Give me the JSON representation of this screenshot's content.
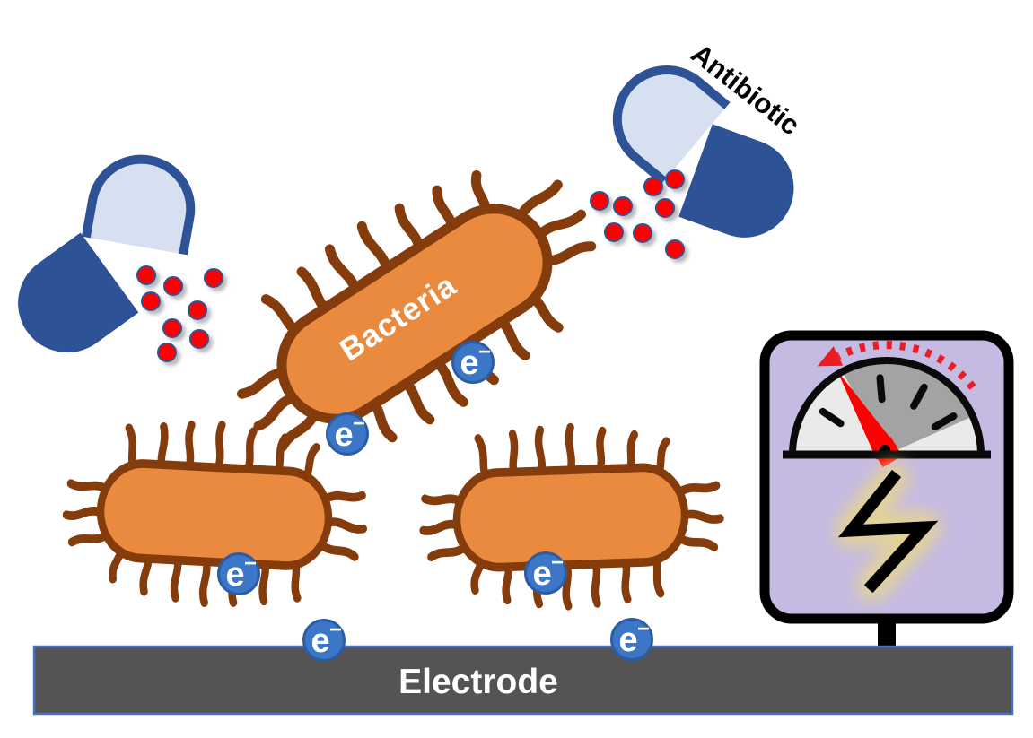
{
  "labels": {
    "antibiotic": "Antibiotic",
    "bacteria": "Bacteria",
    "electrode": "Electrode",
    "electron_symbol": "e",
    "electron_superscript": "−"
  },
  "colors": {
    "background": "#FFFFFF",
    "capsule_dark_blue": "#2E5296",
    "capsule_light_blue": "#D7E0F0",
    "pill_dot_red": "#FF0000",
    "bacteria_orange": "#E98A3E",
    "bacteria_outline_brown": "#843C0C",
    "electron_blue": "#3B76C7",
    "electron_rim_blue": "#2C5DA4",
    "electrode_gray": "#545454",
    "electrode_rim_blue": "#4472C4",
    "meter_panel_purple": "#C5BAE2",
    "meter_border_black": "#000000",
    "gauge_light_gray": "#EAEAEA",
    "gauge_dark_gray": "#A3A3A3",
    "needle_red": "#FF0000",
    "trend_arc_red": "#ED1C24",
    "lightning_black": "#000000",
    "lightning_glow_yellow": "#E7D78C"
  },
  "components": {
    "antibiotic_capsule_count": 2,
    "bacteria_count": 3,
    "electron_badge_count": 6,
    "pill_dots_per_capsule": 8,
    "gauge_tick_count": 4,
    "gauge_needle_direction": "upper-left",
    "trend_arrow_direction": "counterclockwise"
  }
}
